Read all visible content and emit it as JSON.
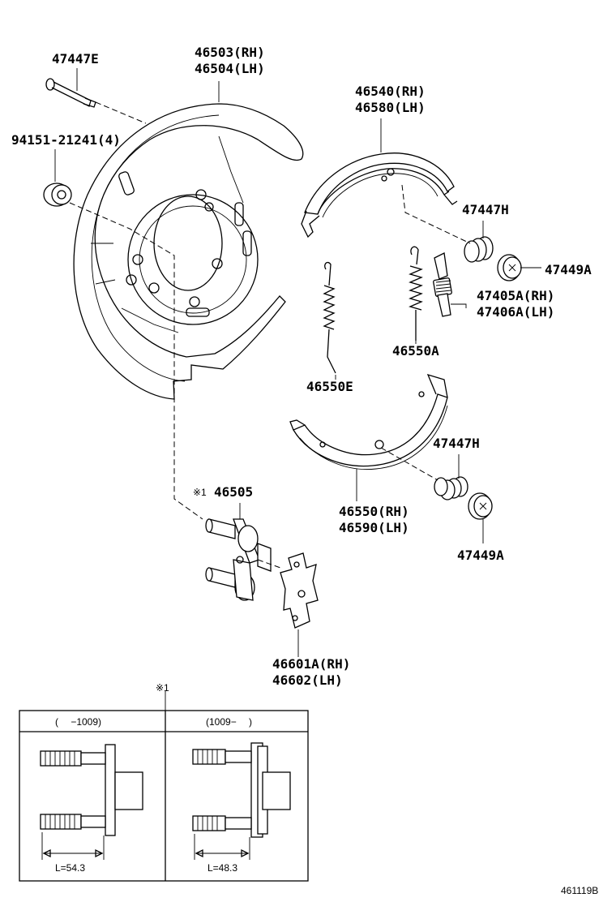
{
  "labels": {
    "l_47447E": "47447E",
    "l_46503": "46503(RH)",
    "l_46504": "46504(LH)",
    "l_94151": "94151-21241(4)",
    "l_46540": "46540(RH)",
    "l_46580": "46580(LH)",
    "l_47447H_a": "47447H",
    "l_47449A_a": "47449A",
    "l_47405A": "47405A(RH)",
    "l_47406A": "47406A(LH)",
    "l_46550A": "46550A",
    "l_46550E": "46550E",
    "l_47447H_b": "47447H",
    "l_46550": "46550(RH)",
    "l_46590": "46590(LH)",
    "l_47449A_b": "47449A",
    "l_46505_mark": "※1",
    "l_46505": "46505",
    "l_46601A": "46601A(RH)",
    "l_46602": "46602(LH)"
  },
  "inset": {
    "marker": "※1",
    "left_header": "(　  −1009)",
    "right_header": "(1009−　  )",
    "left_dim": "L=54.3",
    "right_dim": "L=48.3"
  },
  "footer": {
    "code": "461119B"
  }
}
